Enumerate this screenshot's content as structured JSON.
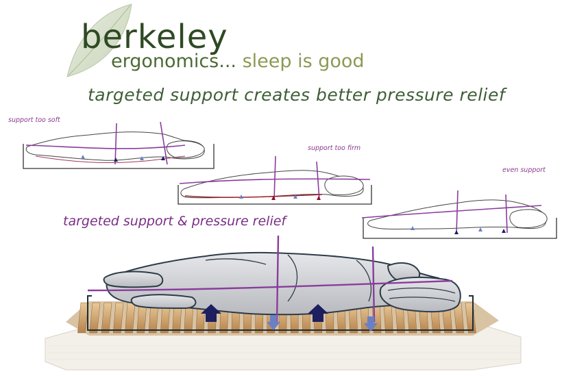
{
  "logo": {
    "brand_prefix": "be",
    "brand_suffix": "rkeley",
    "tagline_main": "ergonomics... ",
    "tagline_accent": "sleep is good"
  },
  "headline": "targeted support creates better pressure relief",
  "panels": {
    "soft_label": "support too soft",
    "firm_label": "support too firm",
    "even_label": "even support",
    "targeted_label": "targeted support & pressure relief"
  },
  "colors": {
    "brand_green": "#2f4a23",
    "accent_purple": "#7a2e86",
    "arrow_navy": "#1d1f5e",
    "arrow_light": "#6b7fc4",
    "arrow_red": "#8a1020",
    "mattress": "#f3f0ea",
    "slat_wood": "#c99a5e"
  },
  "icons": [
    "leaf-icon",
    "support-arrow-icon",
    "pillow-icon"
  ]
}
